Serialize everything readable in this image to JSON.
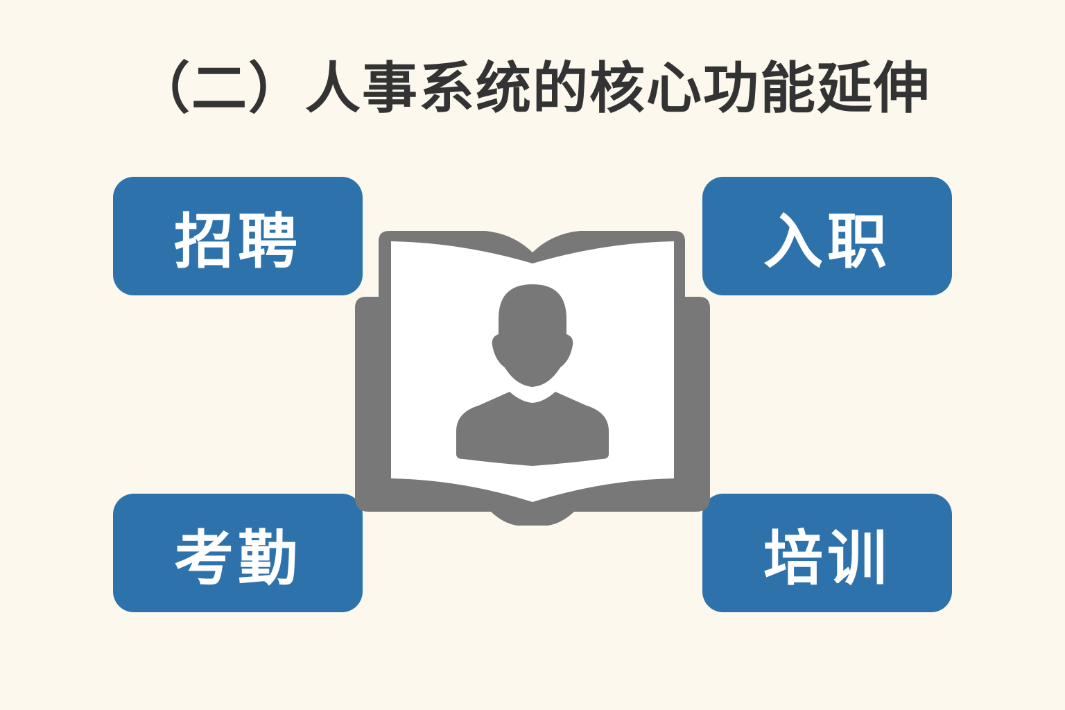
{
  "title": "（二）人事系统的核心功能延伸",
  "colors": {
    "background": "#fcf8ee",
    "title_text": "#333333",
    "box_fill": "#2e72ab",
    "box_text": "#ffffff",
    "icon_gray": "#787878"
  },
  "center_icon": "book-with-person-icon",
  "features": [
    {
      "label": "招聘"
    },
    {
      "label": "入职"
    },
    {
      "label": "考勤"
    },
    {
      "label": "培训"
    }
  ]
}
